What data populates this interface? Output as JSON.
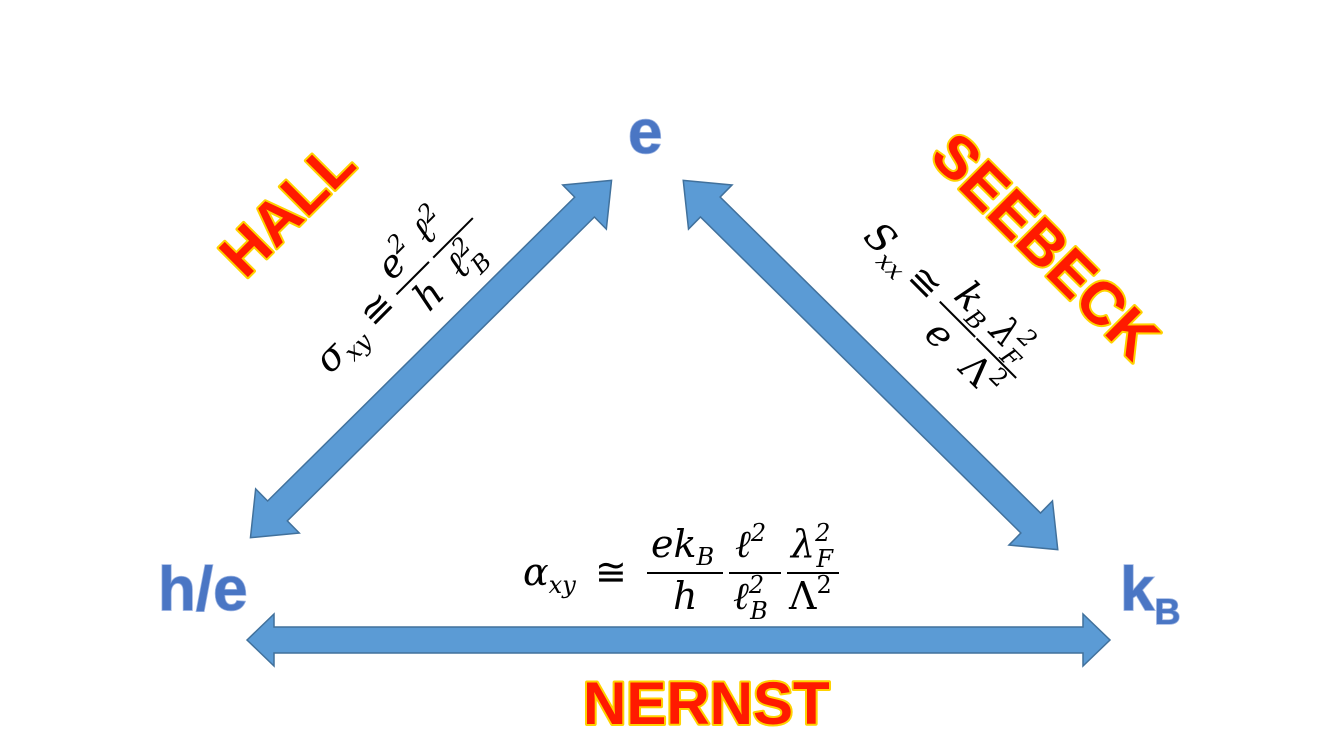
{
  "nodes": {
    "top": "e",
    "left": "h/e",
    "right_main": "k",
    "right_sub": "B"
  },
  "effects": {
    "hall": "HALL",
    "seebeck": "SEEBECK",
    "nernst": "NERNST"
  },
  "formulas": {
    "hall": {
      "lhs": "σ",
      "lhs_sub": "xy",
      "approx": "≅",
      "num1": "e",
      "num1_sup": "2",
      "den1": "h",
      "num2": "ℓ",
      "num2_sup": "2",
      "den2": "ℓ",
      "den2_sup": "2",
      "den2_sub": "B"
    },
    "seebeck": {
      "lhs": "S",
      "lhs_sub": "xx",
      "approx": "≅",
      "num1": "k",
      "num1_sub": "B",
      "den1": "e",
      "num2": "λ",
      "num2_sup": "2",
      "num2_sub": "F",
      "den2": "Λ",
      "den2_sup": "2"
    },
    "nernst": {
      "lhs": "α",
      "lhs_sub": "xy",
      "approx": "≅",
      "num1": "ek",
      "num1_sub": "B",
      "den1": "h",
      "num2": "ℓ",
      "num2_sup": "2",
      "den2": "ℓ",
      "den2_sup": "2",
      "den2_sub": "B",
      "num3": "λ",
      "num3_sup": "2",
      "num3_sub": "F",
      "den3": "Λ",
      "den3_sup": "2"
    }
  },
  "colors": {
    "arrow_fill": "#5b9bd5",
    "node_text": "#4a76c4",
    "effect_text": "#ff1a00",
    "effect_outline": "#ffd200"
  }
}
